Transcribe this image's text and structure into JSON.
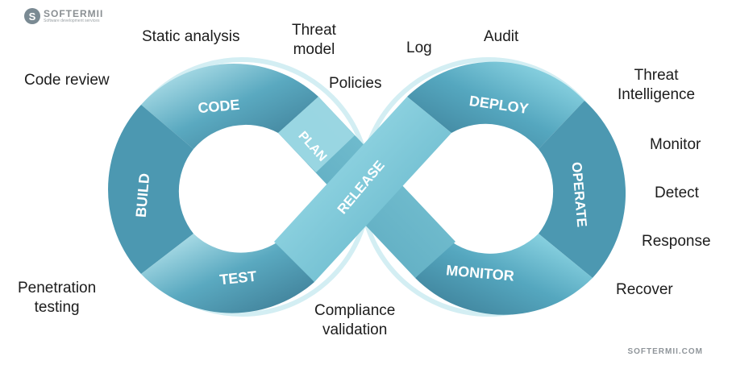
{
  "logo": {
    "name": "SOFTERMII",
    "tagline": "Software development services",
    "mark": "S"
  },
  "footer": "SOFTERMII.COM",
  "segments": {
    "code": "CODE",
    "build": "BUILD",
    "test": "TEST",
    "plan": "PLAN",
    "release": "RELEASE",
    "deploy": "DEPLOY",
    "operate": "OPERATE",
    "monitor": "MONITOR"
  },
  "labels": {
    "static_analysis": "Static analysis",
    "threat_model_1": "Threat",
    "threat_model_2": "model",
    "log": "Log",
    "audit": "Audit",
    "code_review": "Code review",
    "policies": "Policies",
    "threat_intel_1": "Threat",
    "threat_intel_2": "Intelligence",
    "monitor": "Monitor",
    "detect": "Detect",
    "response": "Response",
    "recover": "Recover",
    "pentest_1": "Penetration",
    "pentest_2": "testing",
    "compliance_1": "Compliance",
    "compliance_2": "validation"
  },
  "colors": {
    "dark": "#3f7f96",
    "mid": "#5aa8bf",
    "light": "#8ad6e4",
    "pale": "#b6e6ef"
  }
}
